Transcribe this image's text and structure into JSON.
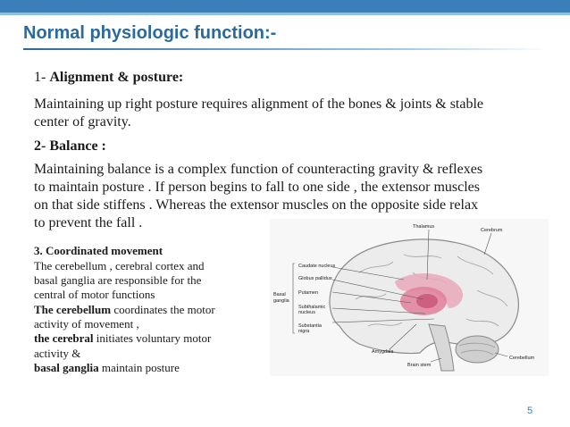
{
  "slide": {
    "title": "Normal physiologic function:-",
    "page_number": "5"
  },
  "alignment": {
    "prefix": "1- ",
    "heading": "Alignment & posture:",
    "text_line1": "Maintaining up right posture requires alignment of the bones  & joints & stable",
    "text_line2": "center of gravity."
  },
  "balance": {
    "heading": "2- Balance :",
    "text_line1": "Maintaining balance is a complex function of counteracting gravity & reflexes",
    "text_line2": "to maintain posture . If person begins to fall to one side , the extensor muscles",
    "text_line3": "on that side stiffens . Whereas the extensor muscles on the opposite side relax",
    "text_line4": "to prevent the fall ."
  },
  "coordination": {
    "heading": "3. Coordinated movement",
    "line1": "The cerebellum , cerebral cortex and",
    "line2": "basal ganglia are responsible for the",
    "line3": "central of motor functions",
    "line4_bold": "The cerebellum",
    "line4_rest": " coordinates the motor",
    "line5": "activity of movement ,",
    "line6_bold": "the cerebral",
    "line6_rest": " initiates voluntary motor",
    "line7": "activity &",
    "line8_bold": "basal ganglia",
    "line8_rest": " maintain posture"
  },
  "brain_figure": {
    "labels": {
      "thalamus": "Thalamus",
      "cerebrum": "Cerebrum",
      "caudate": "Caudate nucleus",
      "globus": "Globus pallidus",
      "putamen": "Putamen",
      "subthalamic1": "Subthalamic",
      "subthalamic2": "nucleus",
      "substantia1": "Substantia",
      "substantia2": "nigra",
      "amygdala": "Amygdala",
      "brainstem": "Brain stem",
      "cerebellum": "Cerebellum",
      "basal1": "Basal",
      "basal2": "ganglia"
    }
  },
  "colors": {
    "accent": "#2b6a9e",
    "bar": "#3b7fb8",
    "ganglia": "#e9a9bb"
  }
}
